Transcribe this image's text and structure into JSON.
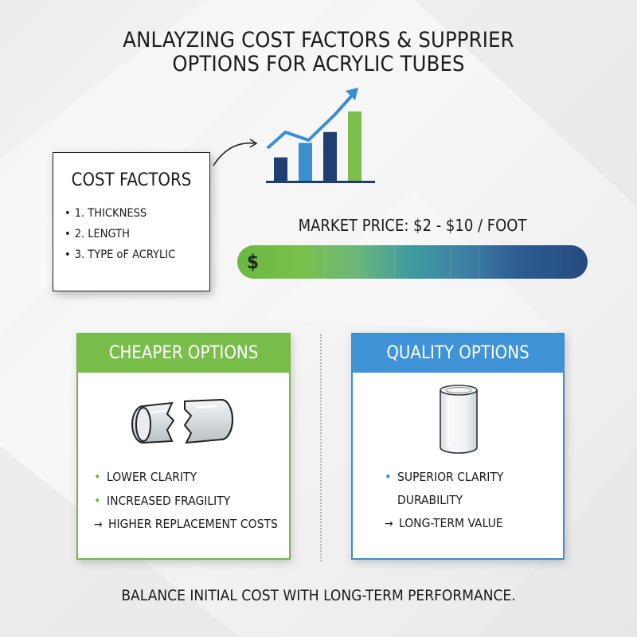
{
  "title": {
    "line1": "ANLAYZING COST FACTORS & SUPPRIER",
    "line2": "OPTIONS FOR ACRYLIC TUBES"
  },
  "cost_factors": {
    "title": "COST FACTORS",
    "items": [
      "1. THICKNESS",
      "2. LENGTH",
      "3. TYPE oF ACRYLIC"
    ]
  },
  "growth_chart": {
    "bars": [
      {
        "value": 2,
        "color": "#1f3f73"
      },
      {
        "value": 3.2,
        "color": "#3a8fd0"
      },
      {
        "value": 4.1,
        "color": "#1f3f73"
      },
      {
        "value": 5.8,
        "color": "#7cbd4c"
      }
    ],
    "trend_color": "#3a8fd0",
    "icon": "rising-trend-arrow-icon"
  },
  "market_price": {
    "label": "MARKET PRICE: $2 - $10 / FOOT",
    "currency_symbol": "$",
    "gradient_start": "#6ab842",
    "gradient_end": "#264a82"
  },
  "cheaper": {
    "header": "CHEAPER OPTIONS",
    "color": "#79bd4a",
    "icon": "broken-tube-icon",
    "items": [
      {
        "marker": "dot",
        "text": "LOWER CLARITY"
      },
      {
        "marker": "dot",
        "text": "INCREASED FRAGILITY"
      },
      {
        "marker": "arrow",
        "text": "HIGHER REPLACEMENT COSTS"
      }
    ]
  },
  "quality": {
    "header": "QUALITY OPTIONS",
    "color": "#3f93d6",
    "icon": "clear-tube-icon",
    "items": [
      {
        "marker": "dot",
        "text": "SUPERIOR CLARITY"
      },
      {
        "marker": "none",
        "text": "DURABILITY"
      },
      {
        "marker": "arrow",
        "text": "LONG-TERM VALUE"
      }
    ]
  },
  "footer": "BALANCE INITIAL COST WITH LONG-TERM PERFORMANCE."
}
